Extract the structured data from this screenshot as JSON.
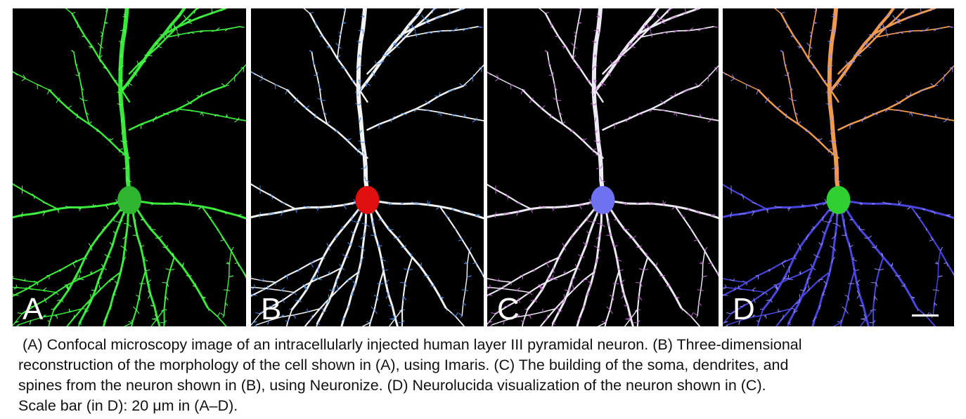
{
  "figure": {
    "panels": [
      {
        "label": "A",
        "name": "confocal",
        "dendrite_color": "#39e83a",
        "apical_color": "#39e83a",
        "soma_color": "#2fb52f",
        "spine_color": "#5cff5c"
      },
      {
        "label": "B",
        "name": "imaris",
        "dendrite_color": "#f2f2f2",
        "apical_color": "#f2f2f2",
        "soma_color": "#e01010",
        "spine_color": "#4b8fe8"
      },
      {
        "label": "C",
        "name": "neuronize",
        "dendrite_color": "#ece8f4",
        "apical_color": "#ece8f4",
        "soma_color": "#6f72f0",
        "spine_color": "#c06ad0"
      },
      {
        "label": "D",
        "name": "neurolucida",
        "dendrite_color": "#4a45e0",
        "apical_color": "#f09a50",
        "soma_color": "#2fd02f",
        "spine_color": "#8f8cf5"
      }
    ],
    "caption_lines": [
      " (A) Confocal microscopy image of an intracellularly injected human layer III pyramidal neuron. (B) Three-dimensional",
      "reconstruction of the morphology of the cell shown in (A), using Imaris. (C) The building of the soma, dendrites, and",
      "spines from the neuron shown in (B), using Neuronize. (D) Neurolucida visualization of the neuron shown in (C).",
      "Scale bar (in D): 20 μm in (A–D)."
    ]
  }
}
